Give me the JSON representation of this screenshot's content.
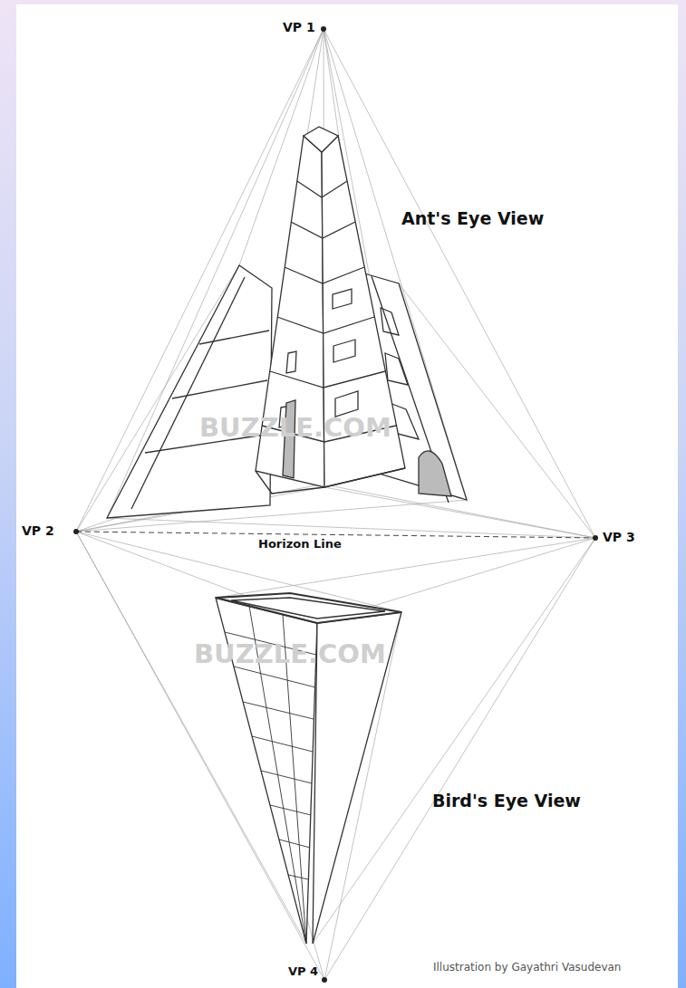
{
  "diagram": {
    "labels": [
      "VP 1",
      "Ant's Eye View",
      "BUZZLE.COM",
      "VP 2",
      "Horizon Line",
      "VP 3",
      "BUZZLE.COM",
      "Bird's Eye View",
      "VP 4",
      "Illustration by Gayathri Vasudevan"
    ]
  }
}
